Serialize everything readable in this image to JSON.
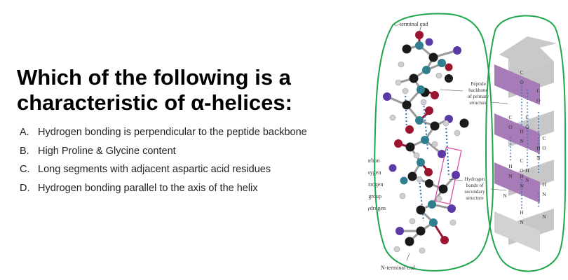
{
  "question": "Which of the following is a characteristic of α-helices:",
  "options": [
    {
      "letter": "A.",
      "text": "Hydrogen bonding is perpendicular to the peptide backbone"
    },
    {
      "letter": "B.",
      "text": "High Proline & Glycine content"
    },
    {
      "letter": "C.",
      "text": "Long segments with adjacent aspartic acid residues"
    },
    {
      "letter": "D.",
      "text": "Hydrogen bonding parallel to the axis of the helix"
    }
  ],
  "figure": {
    "top_label": "C-terminal end",
    "bottom_label": "N-terminal end",
    "peptide_backbone_label": [
      "Peptide",
      "backbone",
      "of primary",
      "structure"
    ],
    "hbond_label": [
      "Hydrogen",
      "bonds of",
      "secondary",
      "structure"
    ],
    "legend": [
      {
        "label": "Carbon",
        "color": "#1a1a1a"
      },
      {
        "label": "Oxygen",
        "color": "#9c1530"
      },
      {
        "label": "Nitrogen",
        "color": "#2f7f8f"
      },
      {
        "label": "R group",
        "color": "#5b3aa6"
      },
      {
        "label": "Hydrogen",
        "color": "#cfcfd4"
      }
    ],
    "ribbon_atoms": [
      "C",
      "O",
      "H",
      "N",
      "C",
      "O",
      "H",
      "N",
      "C",
      "O",
      "H",
      "N",
      "C",
      "O",
      "H",
      "N",
      "C",
      "O",
      "H",
      "N",
      "H",
      "N",
      "C",
      "O",
      "H",
      "N",
      "N",
      "N"
    ],
    "outline_color": "#1fa64a",
    "ribbon_color": "#a77bb8",
    "ribbon_shadow_color": "#c7c7c7",
    "hbond_color": "#2f6fb0"
  }
}
